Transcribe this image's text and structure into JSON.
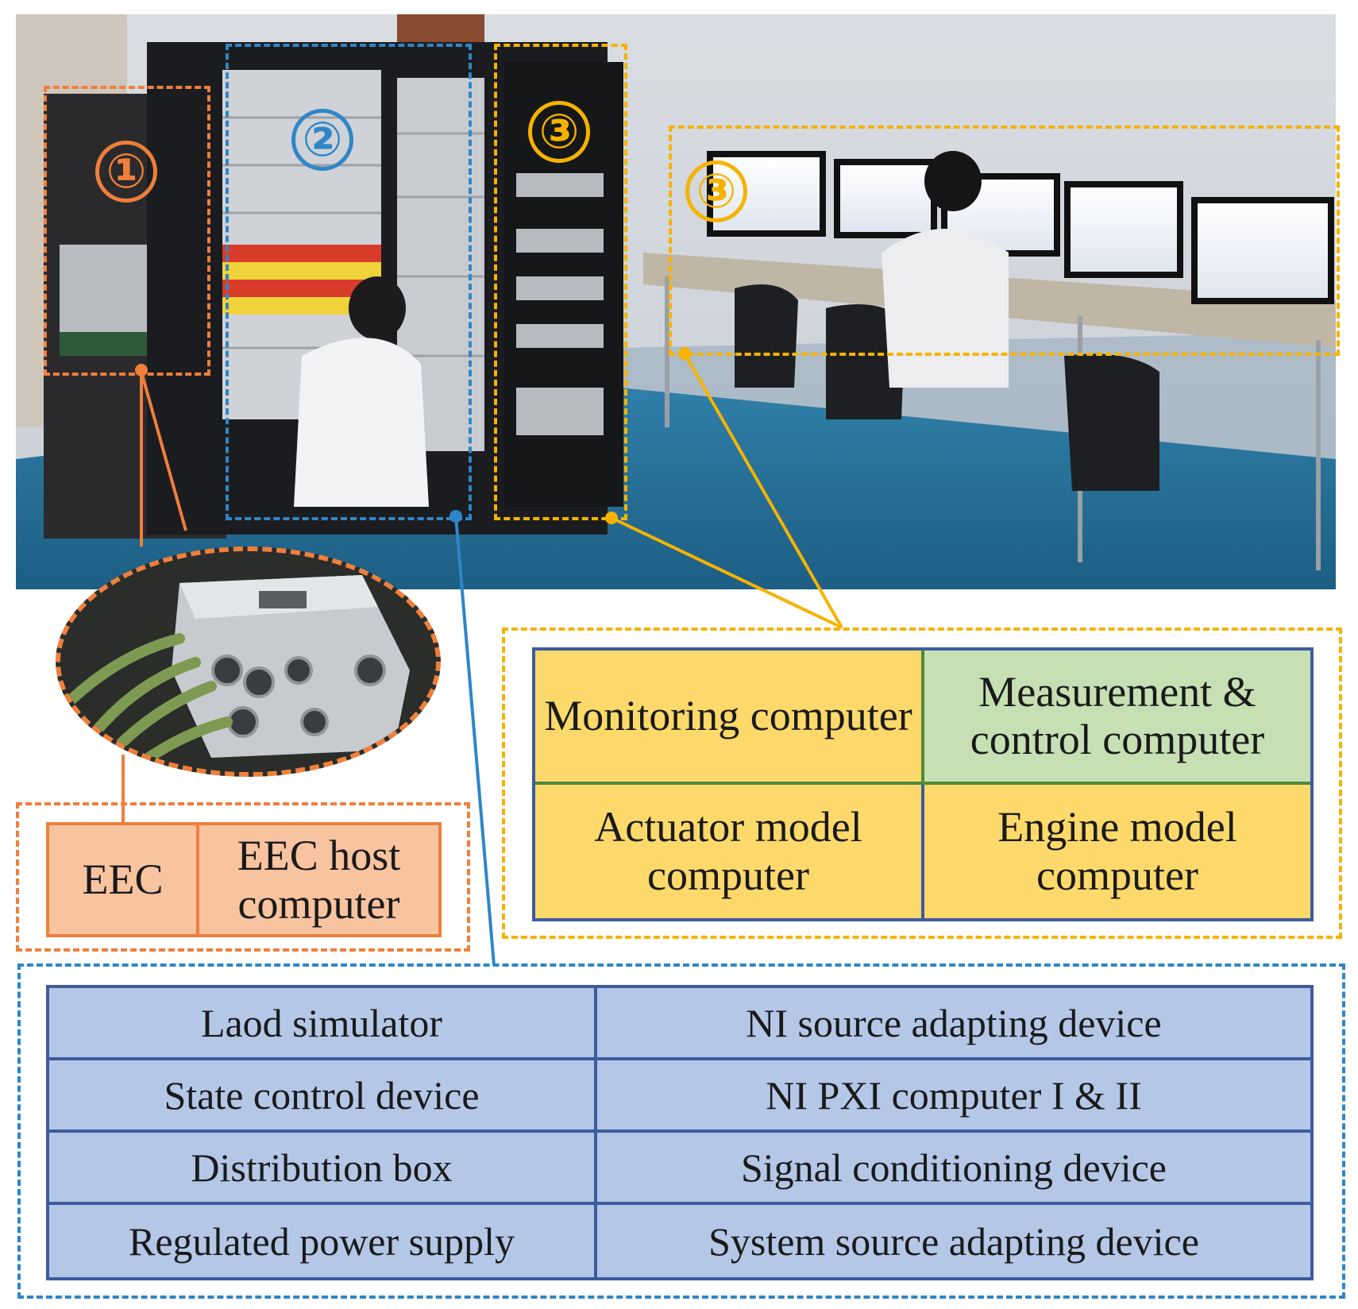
{
  "colors": {
    "orange": "#ef7f3b",
    "blue": "#2e86c8",
    "yellow": "#f5b300",
    "cell_yellow": "#fdd96b",
    "cell_green": "#c6e0b4",
    "cell_blue": "#b4c7e7",
    "cell_orange": "#f8c39f",
    "border_green": "#4f8a3a",
    "border_blue": "#3d5c9e"
  },
  "markers": {
    "group1": "①",
    "group2": "②",
    "group3_rack": "③",
    "group3_desk": "③"
  },
  "group1": {
    "eec": "EEC",
    "eec_host": "EEC host computer"
  },
  "group3": {
    "monitoring": "Monitoring computer",
    "measurement": "Measurement & control computer",
    "actuator": "Actuator model computer",
    "engine": "Engine model computer"
  },
  "group2": {
    "rows": [
      [
        "Laod simulator",
        "NI source adapting device"
      ],
      [
        "State control device",
        "NI PXI computer I & II"
      ],
      [
        "Distribution box",
        "Signal conditioning device"
      ],
      [
        "Regulated power supply",
        "System source adapting device"
      ]
    ]
  }
}
